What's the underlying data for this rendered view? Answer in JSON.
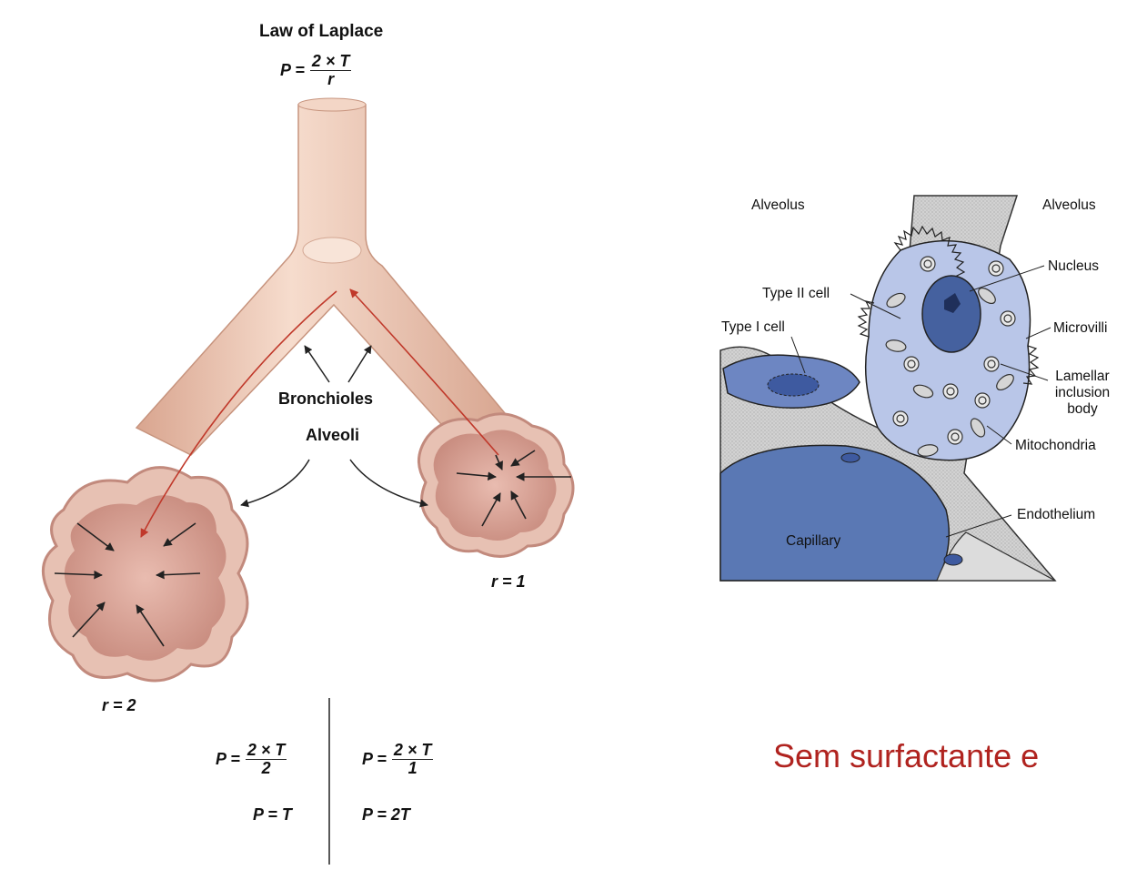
{
  "laplace": {
    "title": "Law of Laplace",
    "formula": {
      "lhs": "P =",
      "num": "2 × T",
      "den": "r"
    }
  },
  "labels": {
    "bronchioles": "Bronchioles",
    "alveoli": "Alveoli",
    "r_small": "r = 1",
    "r_large": "r = 2"
  },
  "comparison": {
    "left": {
      "lhs": "P =",
      "num": "2 × T",
      "den": "2",
      "result": "P = T"
    },
    "right": {
      "lhs": "P =",
      "num": "2 × T",
      "den": "1",
      "result": "P = 2T"
    }
  },
  "cell_diagram": {
    "alveolus_left": "Alveolus",
    "alveolus_right": "Alveolus",
    "nucleus": "Nucleus",
    "type2": "Type II cell",
    "type1": "Type I cell",
    "microvilli": "Microvilli",
    "lamellar_1": "Lamellar",
    "lamellar_2": "inclusion",
    "lamellar_3": "body",
    "mitochondria": "Mitochondria",
    "endothelium": "Endothelium",
    "capillary": "Capillary"
  },
  "caption": "Sem surfactante e",
  "colors": {
    "airway": "#eec8b4",
    "alveolus_fill": "#d9a79a",
    "cell_fill": "#b9c6e8",
    "capillary": "#5a78b4",
    "interstitium": "#c9c9c9",
    "caption": "#b0231f",
    "flow_arrow": "#c0392b"
  }
}
